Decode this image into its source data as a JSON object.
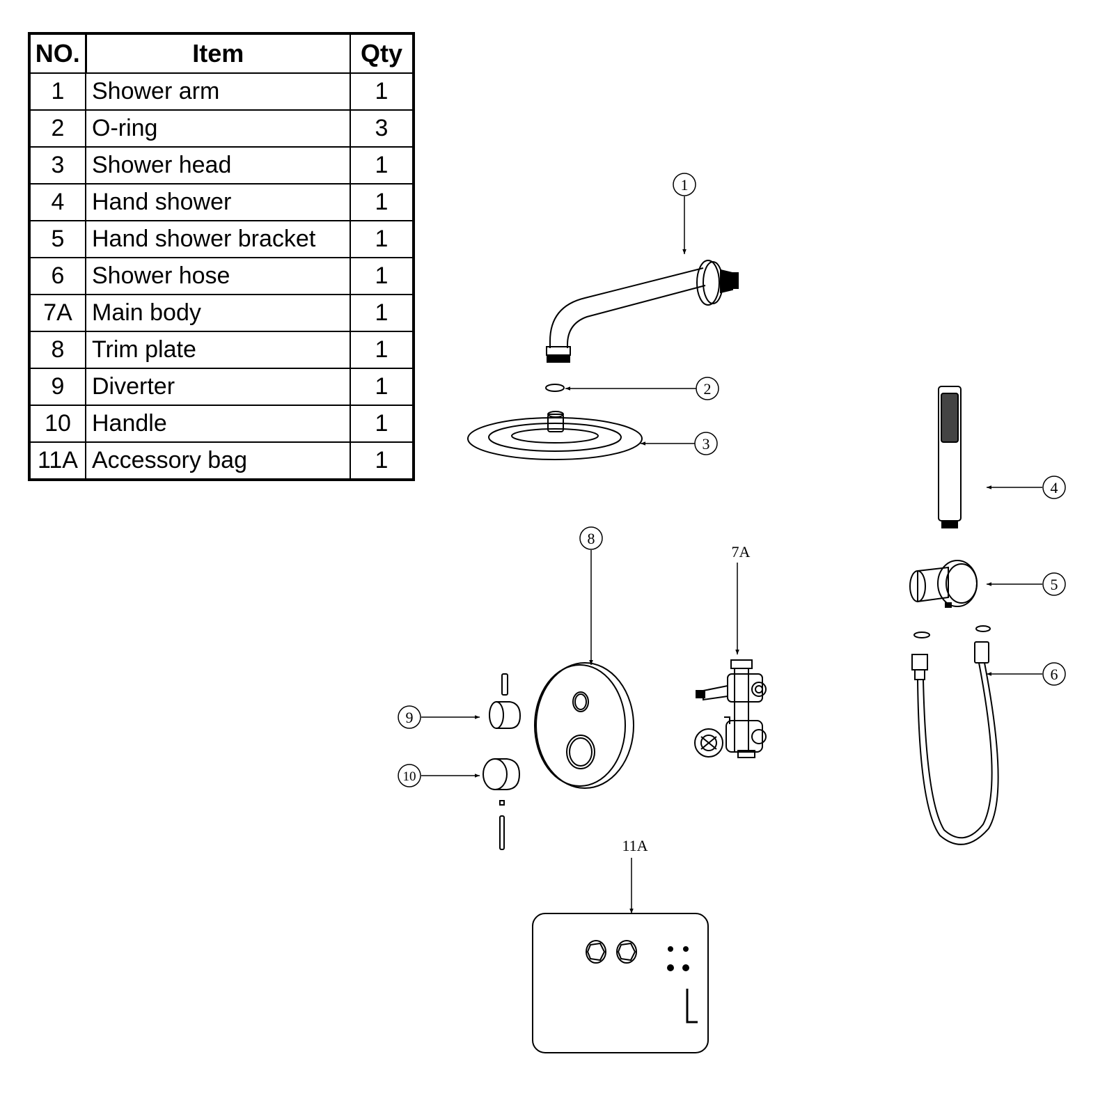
{
  "table": {
    "headers": {
      "no": "NO.",
      "item": "Item",
      "qty": "Qty"
    },
    "rows": [
      {
        "no": "1",
        "item": "Shower arm",
        "qty": "1"
      },
      {
        "no": "2",
        "item": "O-ring",
        "qty": "3"
      },
      {
        "no": "3",
        "item": "Shower head",
        "qty": "1"
      },
      {
        "no": "4",
        "item": "Hand shower",
        "qty": "1"
      },
      {
        "no": "5",
        "item": "Hand shower bracket",
        "qty": "1"
      },
      {
        "no": "6",
        "item": "Shower hose",
        "qty": "1"
      },
      {
        "no": "7A",
        "item": "Main body",
        "qty": "1"
      },
      {
        "no": "8",
        "item": "Trim plate",
        "qty": "1"
      },
      {
        "no": "9",
        "item": "Diverter",
        "qty": "1"
      },
      {
        "no": "10",
        "item": "Handle",
        "qty": "1"
      },
      {
        "no": "11A",
        "item": "Accessory bag",
        "qty": "1"
      }
    ]
  },
  "callouts": {
    "c1": "1",
    "c2": "2",
    "c3": "3",
    "c4": "4",
    "c5": "5",
    "c6": "6",
    "c7a": "7A",
    "c8": "8",
    "c9": "9",
    "c10": "10",
    "c11a": "11A"
  }
}
